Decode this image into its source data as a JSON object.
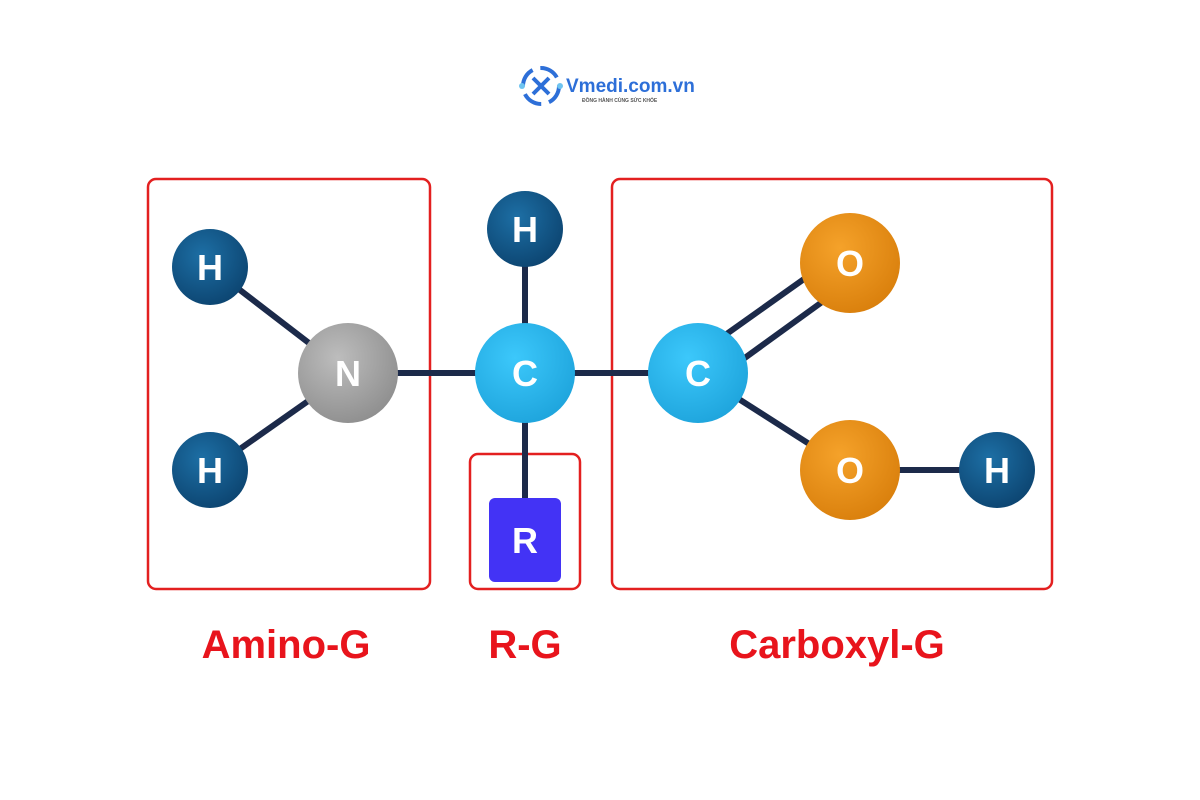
{
  "logo": {
    "name": "Vmedi.com.vn",
    "tagline": "ĐỒNG HÀNH CÙNG SỨC KHỎE"
  },
  "atoms": {
    "h1": "H",
    "h2": "H",
    "n": "N",
    "h3": "H",
    "c1": "C",
    "r": "R",
    "c2": "C",
    "o1": "O",
    "o2": "O",
    "h4": "H"
  },
  "groups": {
    "amino": "Amino-G",
    "r": "R-G",
    "carboxyl": "Carboxyl-G"
  },
  "colors": {
    "hydrogen": "#135a8a",
    "nitrogen": "#a9a9a9",
    "carbon": "#2ebdf5",
    "oxygen": "#f0961c",
    "r_group": "#4333f5",
    "bond": "#1c2a4a",
    "group_box": "#e32020"
  }
}
